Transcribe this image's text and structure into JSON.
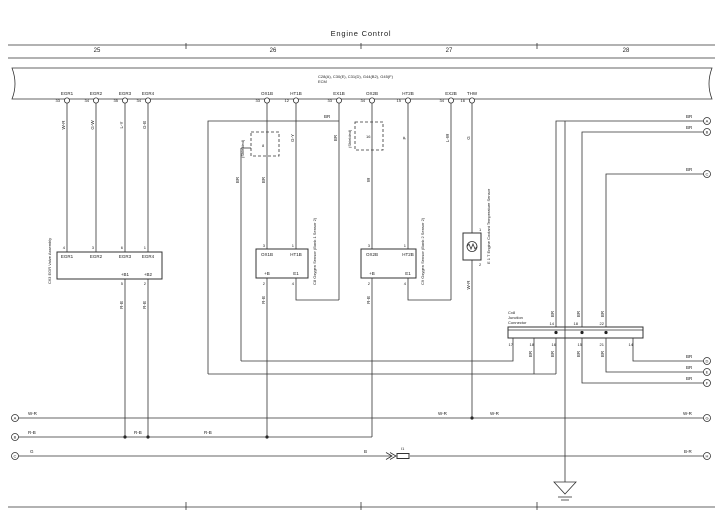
{
  "title": "Engine Control",
  "columns": [
    "25",
    "26",
    "27",
    "28"
  ],
  "ecm": {
    "label_line1": "C28(A), C30(E), C31(D), G44(B2), G45(F)",
    "label_line2": "ECM",
    "pins": [
      {
        "name": "EGR1",
        "num": "33"
      },
      {
        "name": "EGR2",
        "num": "34"
      },
      {
        "name": "EGR3",
        "num": "35"
      },
      {
        "name": "EGR4",
        "num": "34"
      },
      {
        "name": "OX1B",
        "num": "33"
      },
      {
        "name": "HT1B",
        "num": "12"
      },
      {
        "name": "EX1B",
        "num": "33"
      },
      {
        "name": "OX2B",
        "num": "34"
      },
      {
        "name": "HT2B",
        "num": "15"
      },
      {
        "name": "EX2B",
        "num": "34"
      },
      {
        "name": "THW",
        "num": "16"
      }
    ]
  },
  "wire_colors": {
    "egr1": "W-R",
    "egr2": "G-W",
    "egr3": "L-Y",
    "egr4": "G-B",
    "ox1b": "BR",
    "ht1b": "G-Y",
    "ex1b": "BR",
    "ox2b": "W",
    "ht2b": "P",
    "ex2b": "L-W",
    "thw": "G",
    "shield_br": "BR",
    "sensor_b1_rb": "R-B",
    "sensor_b2_rb": "R-B",
    "egr_b1": "R-B",
    "egr_b2": "R-B",
    "bus_br": "BR",
    "sensor_bottom": "BR",
    "thw_bottom": "W-R"
  },
  "egr": {
    "label": "C63 EGR Valve Assembly",
    "top_pins": [
      {
        "name": "EGR1",
        "num": "4"
      },
      {
        "name": "EGR2",
        "num": "3"
      },
      {
        "name": "EGR3",
        "num": "6"
      },
      {
        "name": "EGR4",
        "num": "1"
      }
    ],
    "bottom_pins": [
      {
        "name": "+B1",
        "num": "5"
      },
      {
        "name": "+B2",
        "num": "2"
      }
    ]
  },
  "sensor1": {
    "label": "C8 Oxygen Sensor (Bank 1 Sensor 2)",
    "top_pins": [
      {
        "name": "OX1B",
        "num": "3"
      },
      {
        "name": "HT1B",
        "num": "1"
      }
    ],
    "bottom_pins": [
      {
        "name": "+B",
        "num": "2"
      },
      {
        "name": "E1",
        "num": "4"
      }
    ]
  },
  "sensor2": {
    "label": "C9 Oxygen Sensor (Bank 2 Sensor 2)",
    "top_pins": [
      {
        "name": "OX2B",
        "num": "3"
      },
      {
        "name": "HT2B",
        "num": "1"
      }
    ],
    "bottom_pins": [
      {
        "name": "+B",
        "num": "2"
      },
      {
        "name": "E1",
        "num": "4"
      }
    ]
  },
  "shield1": {
    "label": "(Shielded)",
    "term": "8"
  },
  "shield2": {
    "label": "(Shielded)",
    "term": "16"
  },
  "thw_sensor": {
    "label": "E 1 T Engine Coolant Temperature Sensor",
    "pin_top": "1",
    "pin_bottom": "2"
  },
  "junction": {
    "label1": "Cx8",
    "label2": "Junction",
    "label3": "Connector",
    "top_pins": [
      "14",
      "18",
      "22"
    ],
    "bottom_pins": [
      "17",
      "18",
      "16",
      "15",
      "21",
      "14"
    ]
  },
  "right_refs": [
    {
      "id": "A",
      "color": "BR"
    },
    {
      "id": "B",
      "color": "BR"
    },
    {
      "id": "C",
      "color": "BR"
    },
    {
      "id": "D",
      "color": "BR"
    },
    {
      "id": "E",
      "color": "BR"
    },
    {
      "id": "F",
      "color": "BR"
    }
  ],
  "buses": [
    {
      "left": "A",
      "right": "G",
      "labels": [
        "W-R",
        "W-R",
        "W-R",
        "W-R"
      ]
    },
    {
      "left": "B",
      "right": "",
      "labels": [
        "R-B",
        "R-B",
        "R-B"
      ]
    },
    {
      "left": "C",
      "right": "H",
      "labels": [
        "G",
        "B",
        "B-R"
      ]
    }
  ],
  "fuse": {
    "label": "I1"
  }
}
